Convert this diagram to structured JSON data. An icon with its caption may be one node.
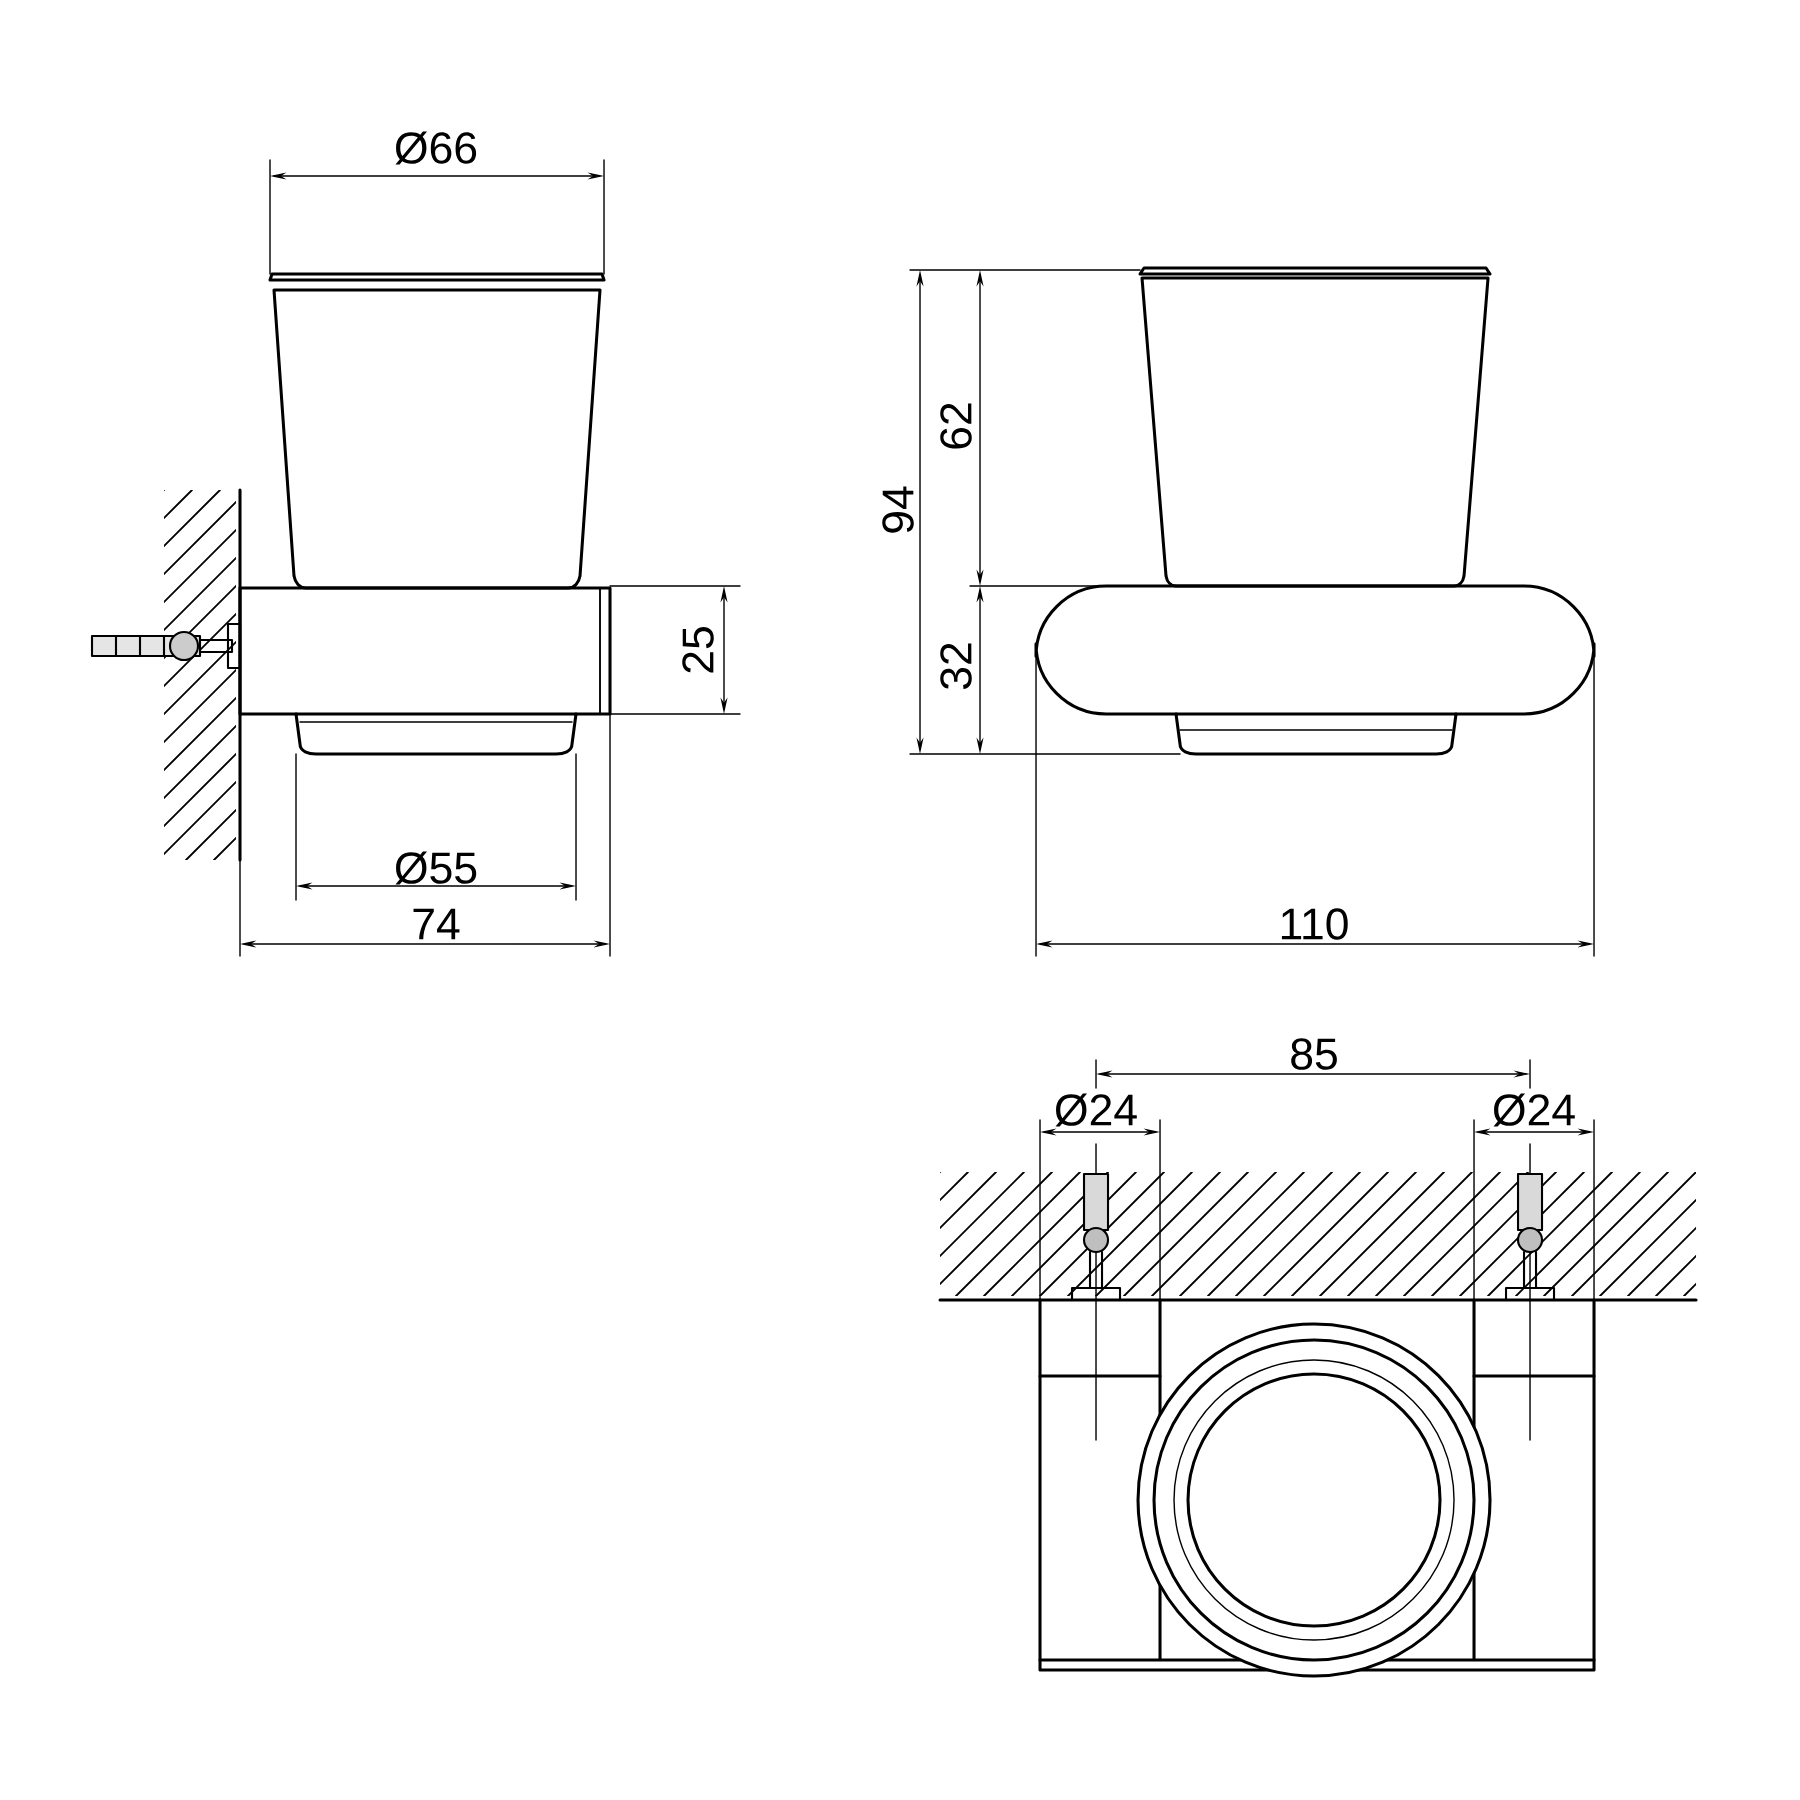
{
  "diagram": {
    "labels": [
      "Ø66",
      "62",
      "94",
      "25",
      "32",
      "Ø55",
      "74",
      "110",
      "85",
      "Ø24",
      "Ø24"
    ]
  }
}
